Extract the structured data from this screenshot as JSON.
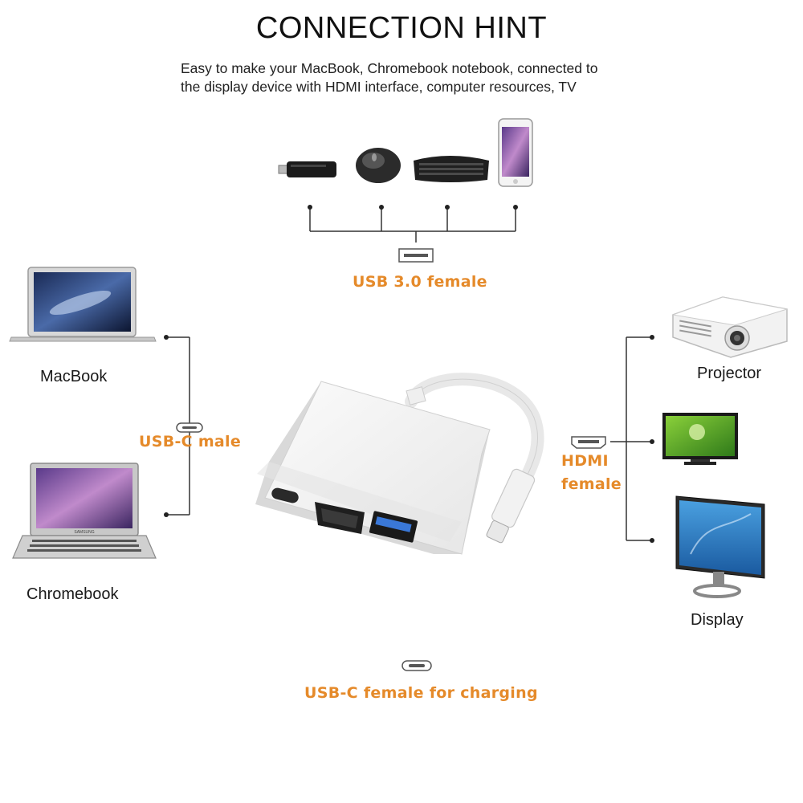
{
  "header": {
    "title": "CONNECTION HINT",
    "subtitle_lines": [
      "Easy to make your MacBook, Chromebook notebook, connected to",
      "the display device with HDMI interface, computer resources, TV"
    ]
  },
  "ports": {
    "usb3": "USB 3.0 female",
    "usbc_male": "USB-C male",
    "hdmi_line1": "HDMI",
    "hdmi_line2": "female",
    "usbc_charging": "USB-C female for charging"
  },
  "devices": {
    "left": [
      "MacBook",
      "Chromebook"
    ],
    "right": [
      "Projector",
      "Display"
    ],
    "laptop_logo": "SAMSUNG"
  },
  "colors": {
    "accent": "#e58a2a",
    "line": "#333333",
    "adapter": "#f2f2f2"
  },
  "icons": [
    "usb-flash-drive-icon",
    "mouse-icon",
    "keyboard-icon",
    "phone-icon",
    "usb-port-icon",
    "usbc-port-icon",
    "hdmi-port-icon",
    "laptop-icon",
    "projector-icon",
    "tv-icon",
    "monitor-icon",
    "adapter-image"
  ]
}
